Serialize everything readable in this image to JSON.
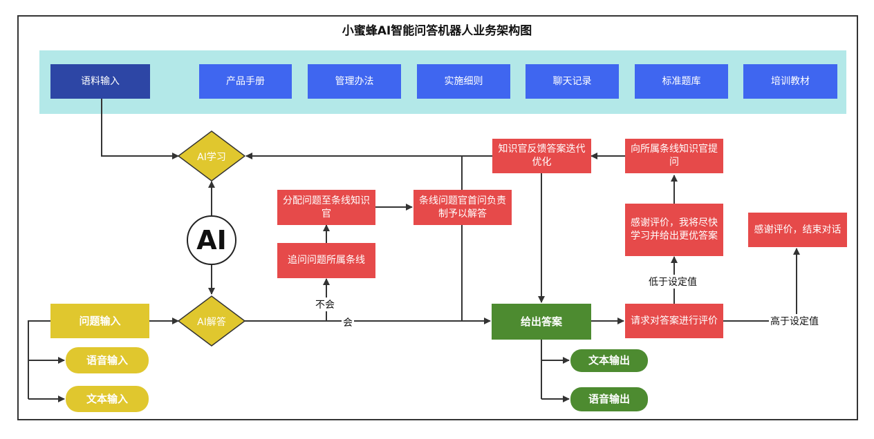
{
  "title": "小蜜蜂AI智能问答机器人业务架构图",
  "corpus_input": "语料输入",
  "sources": [
    "产品手册",
    "管理办法",
    "实施细则",
    "聊天记录",
    "标准题库",
    "培训教材"
  ],
  "ai_learn": "AI学习",
  "ai_answer": "AI解答",
  "ai_logo": "AI",
  "question_input": "问题输入",
  "voice_input": "语音输入",
  "text_input": "文本输入",
  "assign": "分配问题至条线知识官",
  "trace": "追问问题所属条线",
  "first_ask": "条线问题官首问负责制予以解答",
  "feedback": "知识官反馈答案迭代优化",
  "ask_officer": "向所属条线知识官提问",
  "thanks_learn": "感谢评价，我将尽快学习并给出更优答案",
  "thanks_end": "感谢评价，结束对话",
  "give_answer": "给出答案",
  "rate": "请求对答案进行评价",
  "text_output": "文本输出",
  "voice_output": "语音输出",
  "edge_labels": {
    "dont_know": "不会",
    "know": "会",
    "below": "低于设定值",
    "above": "高于设定值"
  },
  "colors": {
    "band": "#b3e8e8",
    "corpus": "#2d46a5",
    "source": "#3f66f0",
    "red": "#e64a4a",
    "green": "#4d8b30",
    "yellow": "#e0c72e"
  }
}
